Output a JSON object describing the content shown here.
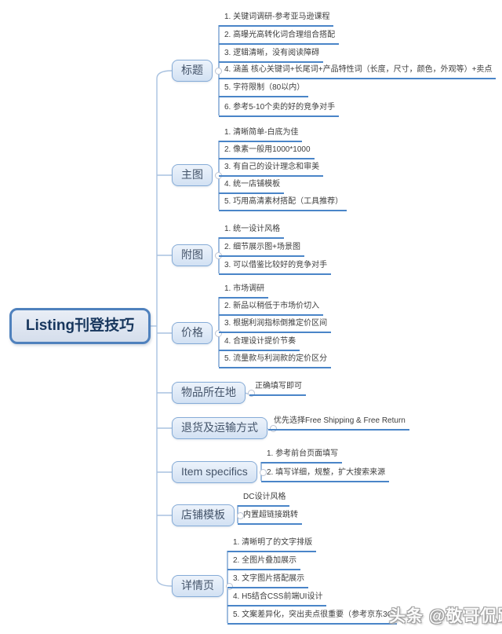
{
  "root": {
    "label": "Listing刊登技巧"
  },
  "branches": [
    {
      "label": "标题",
      "items": [
        "1. 关键词调研-参考亚马逊课程",
        "2. 高曝光高转化词合理组合搭配",
        "3. 逻辑清晰，没有阅读障碍",
        "4. 涵盖 核心关键词+长尾词+产品特性词（长度，尺寸，颜色，外观等）+卖点",
        "5. 字符限制（80以内）",
        "6. 参考5-10个卖的好的竞争对手"
      ]
    },
    {
      "label": "主图",
      "items": [
        "1. 清晰简单-白底为佳",
        "2. 像素一般用1000*1000",
        "3. 有自己的设计理念和审美",
        "4. 统一店铺模板",
        "5. 巧用高清素材搭配（工具推荐）"
      ]
    },
    {
      "label": "附图",
      "items": [
        "1. 统一设计风格",
        "2. 细节展示图+场景图",
        "3. 可以借鉴比较好的竞争对手"
      ]
    },
    {
      "label": "价格",
      "items": [
        "1. 市场调研",
        "2. 新品以稍低于市场价切入",
        "3. 根据利润指标倒推定价区间",
        "4. 合理设计提价节奏",
        "5. 流量款与利润款的定价区分"
      ]
    },
    {
      "label": "物品所在地",
      "items": [
        "正确填写即可"
      ]
    },
    {
      "label": "退货及运输方式",
      "items": [
        "优先选择Free Shipping & Free Return"
      ]
    },
    {
      "label": "Item specifics",
      "items": [
        "1. 参考前台页面填写",
        "2. 填写详细，规整，扩大搜索来源"
      ]
    },
    {
      "label": "店铺模板",
      "items": [
        "DC设计风格",
        "内置超链接跳转"
      ]
    },
    {
      "label": "详情页",
      "items": [
        "1. 清晰明了的文字排版",
        "2. 全图片叠加展示",
        "3. 文字图片搭配展示",
        "4. H5结合CSS前端UI设计",
        "5. 文案差异化，突出卖点很重要（参考京东3C"
      ]
    }
  ],
  "watermark": {
    "logo": "头条",
    "handle": "@敬哥侃跨境"
  },
  "colors": {
    "leaf_underline": "#4a85c8",
    "branch_border": "#85abd7",
    "branch_fill": "#dce9f7",
    "root_border": "#4f81bd",
    "root_fill": "#dce4ef",
    "root_text": "#17365d",
    "branch_text": "#44546a",
    "leaf_text": "#3d3d3d",
    "connector": "#a9c2e0",
    "bracket": "#6b97cc"
  }
}
